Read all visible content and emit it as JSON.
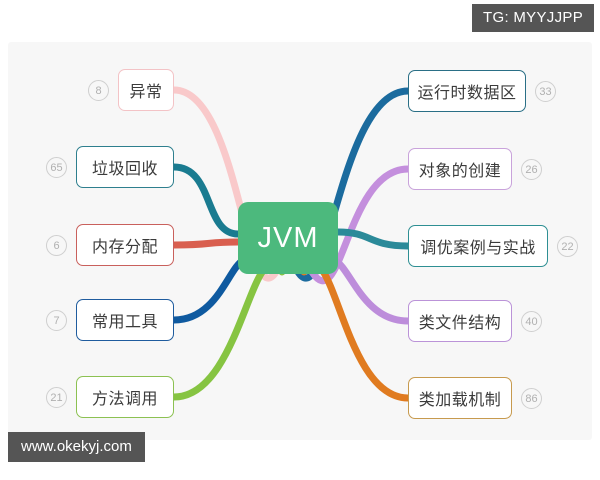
{
  "top_badge": {
    "label": "TG: MYYJJPP"
  },
  "watermark": {
    "label": "www.okekyj.com"
  },
  "mindmap": {
    "center": {
      "label": "JVM",
      "color": "#4cb97d"
    },
    "left_nodes": [
      {
        "label": "异常",
        "count": "8",
        "color": "#f3c3c6",
        "wire": "#f9c9ca"
      },
      {
        "label": "垃圾回收",
        "count": "65",
        "color": "#2e7f8e",
        "wire": "#1a7b90"
      },
      {
        "label": "内存分配",
        "count": "6",
        "color": "#c9605c",
        "wire": "#d95f4f"
      },
      {
        "label": "常用工具",
        "count": "7",
        "color": "#1f5c9e",
        "wire": "#0f5aa0"
      },
      {
        "label": "方法调用",
        "count": "21",
        "color": "#8cc152",
        "wire": "#86c442"
      }
    ],
    "right_nodes": [
      {
        "label": "运行时数据区",
        "count": "33",
        "color": "#2a6f86",
        "wire": "#1b6b9e"
      },
      {
        "label": "对象的创建",
        "count": "26",
        "color": "#c9a3db",
        "wire": "#c48fdd"
      },
      {
        "label": "调优案例与实战",
        "count": "22",
        "color": "#2e8f93",
        "wire": "#2b8a99"
      },
      {
        "label": "类文件结构",
        "count": "40",
        "color": "#bb93d8",
        "wire": "#bd8ddb"
      },
      {
        "label": "类加载机制",
        "count": "86",
        "color": "#c79a4e",
        "wire": "#e07b20"
      }
    ]
  }
}
